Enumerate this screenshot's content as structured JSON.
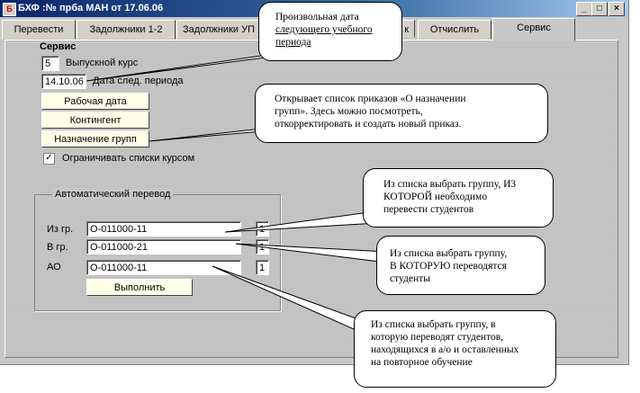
{
  "window": {
    "icon_text": "Б",
    "title": "БХФ :№ прба МАН от 17.06.06",
    "controls": [
      "_",
      "□",
      "×"
    ]
  },
  "tabs": [
    {
      "label": "Перевести",
      "active": false
    },
    {
      "label": "Задолжники 1-2",
      "active": false
    },
    {
      "label": "Задолжники УП",
      "active": false
    },
    {
      "label": "к",
      "active": false
    },
    {
      "label": "Отчислить",
      "active": false
    },
    {
      "label": "Сервис",
      "active": true
    }
  ],
  "service": {
    "heading": "Сервис",
    "grad_course_value": "5",
    "grad_course_label": "Выпускной курс",
    "next_period_value": "14.10.06",
    "next_period_label": "Дата след. периода",
    "work_date_button": "Рабочая дата",
    "contingent_button": "Контингент",
    "group_assign_button": "Назначение групп",
    "limit_checkbox_checked": true,
    "limit_checkbox_label": "Ограничивать списки курсом"
  },
  "auto_transfer": {
    "title": "Автоматический перевод",
    "from_label": "Из гр.",
    "from_value": "О-011000-11",
    "from_num": "1",
    "to_label": "В гр.",
    "to_value": "О-011000-21",
    "to_num": "1",
    "ao_label": "АО",
    "ao_value": "О-011000-11",
    "ao_num": "1",
    "execute_button": "Выполнить"
  },
  "callouts": {
    "date": {
      "line1": "Произвольная дата",
      "line2": "следующего учебного",
      "line3": "периода"
    },
    "orders": {
      "line1": "Открывает список приказов «О назначении",
      "line2": "групп». Здесь можно посмотреть,",
      "line3": "откорректировать и создать новый приказ."
    },
    "from_group": {
      "line1": "Из списка выбрать группу, ИЗ",
      "line2": "КОТОРОЙ необходимо",
      "line3": "перевести  студентов"
    },
    "to_group": {
      "line1": "Из списка выбрать группу,",
      "line2": "В КОТОРУЮ переводятся",
      "line3": "студенты"
    },
    "ao_group": {
      "line1": "Из списка выбрать группу, в",
      "line2": "которую переводят студентов,",
      "line3": "находящихся в а/о и оставленных",
      "line4": "на повторное обучение"
    }
  }
}
